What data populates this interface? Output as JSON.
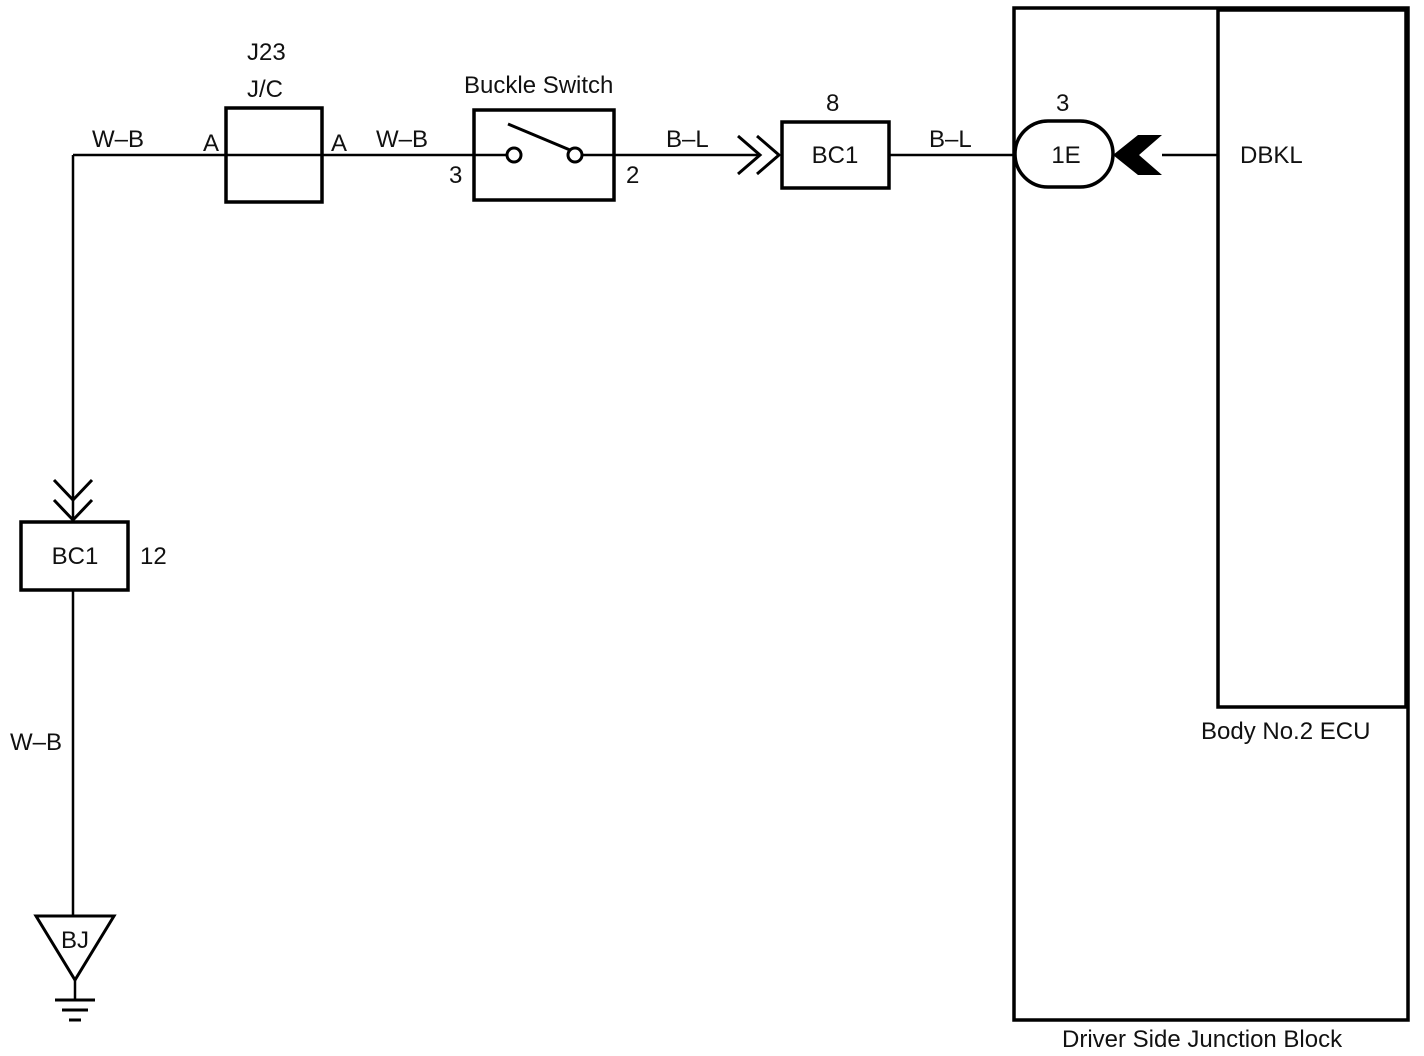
{
  "colors": {
    "ink": "#000000",
    "background": "#ffffff"
  },
  "wires": {
    "top_left": "W–B",
    "jc_to_switch": "W–B",
    "switch_to_connector": "B–L",
    "connector_to_jb": "B–L",
    "to_ground": "W–B"
  },
  "jc": {
    "id": "J23",
    "name": "J/C",
    "pin_in": "A",
    "pin_out": "A"
  },
  "buckle_switch": {
    "name": "Buckle Switch",
    "pin_in": "3",
    "pin_out": "2"
  },
  "connector_top": {
    "name": "BC1",
    "pin": "8"
  },
  "connector_left": {
    "name": "BC1",
    "pin": "12"
  },
  "junction_block": {
    "name": "Driver Side Junction Block",
    "connector": "1E",
    "pin": "3"
  },
  "ecu": {
    "name": "Body No.2 ECU",
    "terminal": "DBKL"
  },
  "ground": {
    "name": "BJ"
  }
}
